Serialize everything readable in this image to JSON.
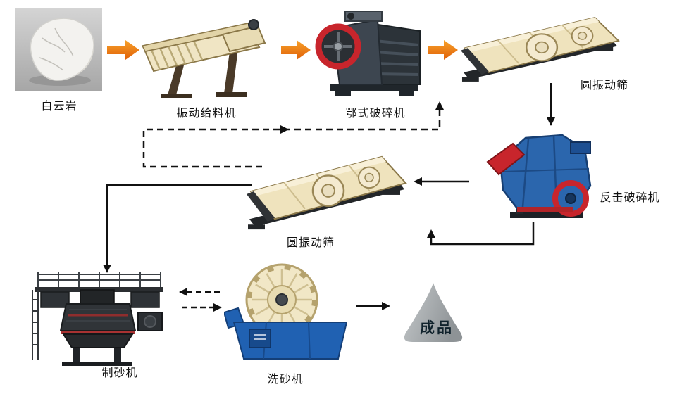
{
  "diagram": {
    "nodes": {
      "dolomite": {
        "label": "白云岩",
        "illustration": "raw-rock-photo"
      },
      "vibrating_feeder": {
        "label": "振动给料机",
        "illustration": "vibrating-feeder"
      },
      "jaw_crusher": {
        "label": "鄂式破碎机",
        "illustration": "jaw-crusher"
      },
      "screen_top": {
        "label": "圆振动筛",
        "illustration": "circular-vibrating-screen"
      },
      "impact_crusher": {
        "label": "反击破碎机",
        "illustration": "impact-crusher"
      },
      "screen_mid": {
        "label": "圆振动筛",
        "illustration": "circular-vibrating-screen"
      },
      "sand_maker": {
        "label": "制砂机",
        "illustration": "sand-making-machine"
      },
      "sand_washer": {
        "label": "洗砂机",
        "illustration": "sand-washing-machine"
      },
      "product": {
        "label": "成品",
        "illustration": "stockpile-cone"
      }
    },
    "edges": [
      {
        "from": "dolomite",
        "to": "vibrating_feeder",
        "style": "orange-block-arrow"
      },
      {
        "from": "vibrating_feeder",
        "to": "jaw_crusher",
        "style": "orange-block-arrow"
      },
      {
        "from": "jaw_crusher",
        "to": "screen_top",
        "style": "orange-block-arrow"
      },
      {
        "from": "screen_top",
        "to": "impact_crusher",
        "style": "black-solid"
      },
      {
        "from": "impact_crusher",
        "to": "screen_mid",
        "style": "black-solid"
      },
      {
        "from": "screen_mid",
        "to": "sand_maker",
        "style": "black-solid"
      },
      {
        "from": "impact_crusher",
        "to": "screen_mid",
        "style": "black-solid-return"
      },
      {
        "from": "screen_mid",
        "to": "jaw_crusher",
        "style": "black-dashed-return-loop"
      },
      {
        "from": "sand_washer",
        "to": "sand_maker",
        "style": "black-dashed"
      },
      {
        "from": "sand_maker",
        "to": "sand_washer",
        "style": "black-dashed"
      },
      {
        "from": "sand_washer",
        "to": "product",
        "style": "black-solid"
      }
    ],
    "colors": {
      "arrow_orange": "#e8720c",
      "arrow_black": "#111111",
      "machine_cream": "#efe3bd",
      "machine_blue": "#2b66ad",
      "machine_red": "#c8252c",
      "machine_dark": "#2e3337",
      "product_gray": "#a8adb0",
      "background": "#ffffff"
    }
  }
}
